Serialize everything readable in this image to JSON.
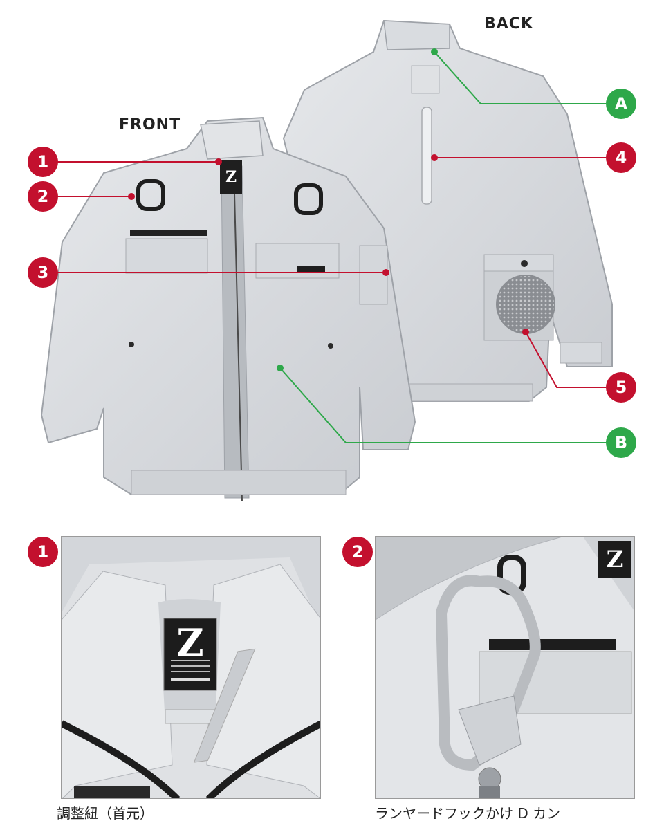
{
  "views": {
    "front_label": "FRONT",
    "back_label": "BACK"
  },
  "callouts": {
    "numbered": [
      "1",
      "2",
      "3",
      "4",
      "5"
    ],
    "lettered": [
      "A",
      "B"
    ]
  },
  "details": [
    {
      "number": "1",
      "caption": "調整紐（首元）"
    },
    {
      "number": "2",
      "caption": "ランヤードフックかけ D カン"
    }
  ],
  "colors": {
    "red": "#c3102e",
    "green": "#2ea84a"
  }
}
